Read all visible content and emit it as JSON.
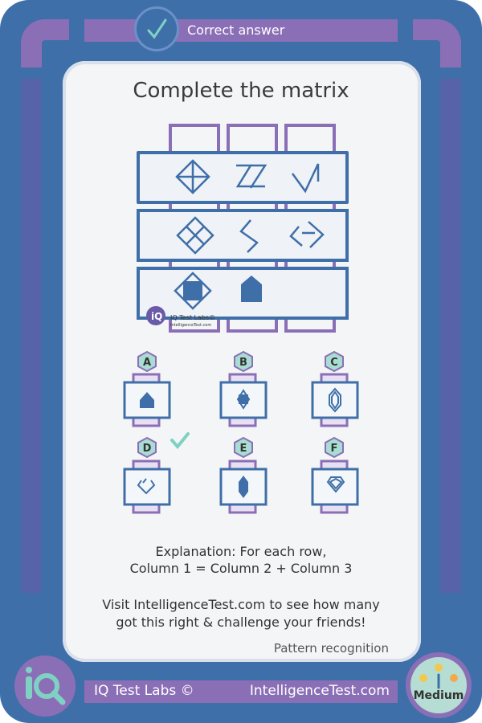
{
  "header": {
    "status": "Correct answer"
  },
  "puzzle": {
    "title": "Complete the matrix",
    "watermark": "IQ Test Labs©",
    "watermark_sub": "IntelligenceTest.com"
  },
  "options": [
    {
      "letter": "A",
      "correct": false
    },
    {
      "letter": "B",
      "correct": false
    },
    {
      "letter": "C",
      "correct": false
    },
    {
      "letter": "D",
      "correct": true
    },
    {
      "letter": "E",
      "correct": false
    },
    {
      "letter": "F",
      "correct": false
    }
  ],
  "explanation": {
    "line1": "Explanation: For each row,",
    "line2": "Column 1 = Column 2  + Column 3"
  },
  "cta": {
    "line1": "Visit IntelligenceTest.com to see how many",
    "line2": "got this right & challenge your friends!"
  },
  "category": "Pattern recognition",
  "footer": {
    "brand": "IQ Test Labs ©",
    "site": "IntelligenceTest.com"
  },
  "difficulty": "Medium",
  "colors": {
    "frame": "#3f6fa8",
    "accent": "#8b6fb6",
    "card": "#f4f5f6",
    "stroke": "#3f6fa8",
    "correct": "#7fd1c4"
  }
}
